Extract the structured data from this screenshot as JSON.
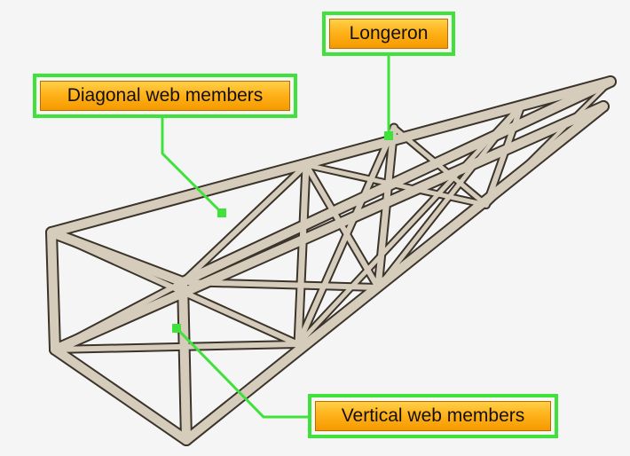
{
  "diagram": {
    "callouts": {
      "longeron": "Longeron",
      "diagonal": "Diagonal web members",
      "vertical": "Vertical web members"
    },
    "colors": {
      "member_fill": "#d6ccbb",
      "member_outline": "#3b342b",
      "leader_line": "#3fe23a",
      "callout_border": "#3fe23a",
      "label_gradient_top": "#ffd04a",
      "label_gradient_bottom": "#f59a00",
      "background": "#f5f5f5"
    }
  }
}
